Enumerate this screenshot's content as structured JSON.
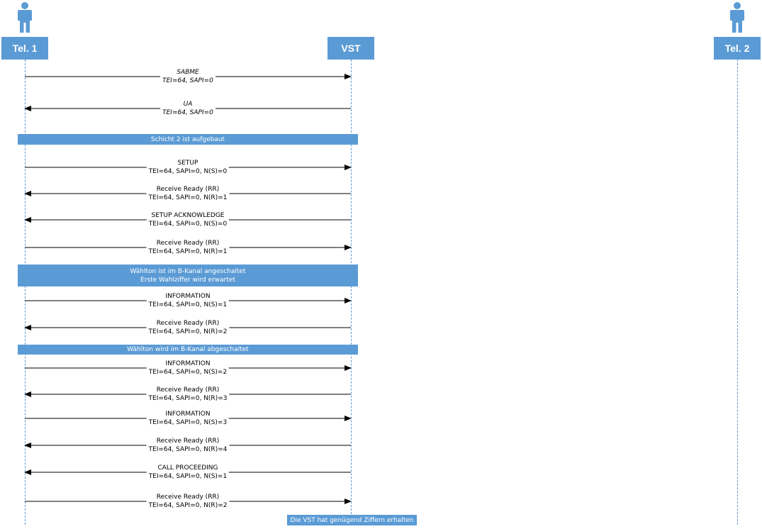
{
  "actors": [
    {
      "id": "tel1",
      "label": "Tel. 1"
    },
    {
      "id": "vst",
      "label": "VST"
    },
    {
      "id": "tel2",
      "label": "Tel. 2"
    }
  ],
  "messages": [
    {
      "from": "tel1",
      "to": "vst",
      "name": "SABME",
      "params": "TEI=64, SAPI=0",
      "italic": true
    },
    {
      "from": "vst",
      "to": "tel1",
      "name": "UA",
      "params": "TEI=64, SAPI=0",
      "italic": true
    },
    {
      "from": "tel1",
      "to": "vst",
      "name": "SETUP",
      "params": "TEI=64, SAPI=0, N(S)=0"
    },
    {
      "from": "vst",
      "to": "tel1",
      "name": "Receive Ready (RR)",
      "params": "TEI=64, SAPI=0, N(R)=1"
    },
    {
      "from": "vst",
      "to": "tel1",
      "name": "SETUP ACKNOWLEDGE",
      "params": "TEI=64, SAPI=0, N(S)=0"
    },
    {
      "from": "tel1",
      "to": "vst",
      "name": "Receive Ready (RR)",
      "params": "TEI=64, SAPI=0, N(R)=1"
    },
    {
      "from": "tel1",
      "to": "vst",
      "name": "INFORMATION",
      "params": "TEI=64, SAPI=0, N(S)=1"
    },
    {
      "from": "vst",
      "to": "tel1",
      "name": "Receive Ready (RR)",
      "params": "TEI=64, SAPI=0, N(R)=2"
    },
    {
      "from": "tel1",
      "to": "vst",
      "name": "INFORMATION",
      "params": "TEI=64, SAPI=0, N(S)=2"
    },
    {
      "from": "vst",
      "to": "tel1",
      "name": "Receive Ready (RR)",
      "params": "TEI=64, SAPI=0, N(R)=3"
    },
    {
      "from": "tel1",
      "to": "vst",
      "name": "INFORMATION",
      "params": "TEI=64, SAPI=0, N(S)=3"
    },
    {
      "from": "vst",
      "to": "tel1",
      "name": "Receive Ready (RR)",
      "params": "TEI=64, SAPI=0, N(R)=4"
    },
    {
      "from": "vst",
      "to": "tel1",
      "name": "CALL PROCEEDING",
      "params": "TEI=64, SAPI=0, N(S)=1"
    },
    {
      "from": "tel1",
      "to": "vst",
      "name": "Receive Ready (RR)",
      "params": "TEI=64, SAPI=0, N(R)=2"
    }
  ],
  "notes": [
    {
      "lines": [
        "Schicht 2 ist aufgebaut"
      ]
    },
    {
      "lines": [
        "Wählton ist im B-Kanal angeschaltet",
        "Erste Wahlziffer wird erwartet"
      ]
    },
    {
      "lines": [
        "Wählton wird im B-Kanal abgeschaltet"
      ]
    },
    {
      "lines": [
        "Die VST hat genügend Ziffern erhalten"
      ]
    }
  ],
  "colors": {
    "accent": "#5b9bd5",
    "line": "#000000"
  }
}
